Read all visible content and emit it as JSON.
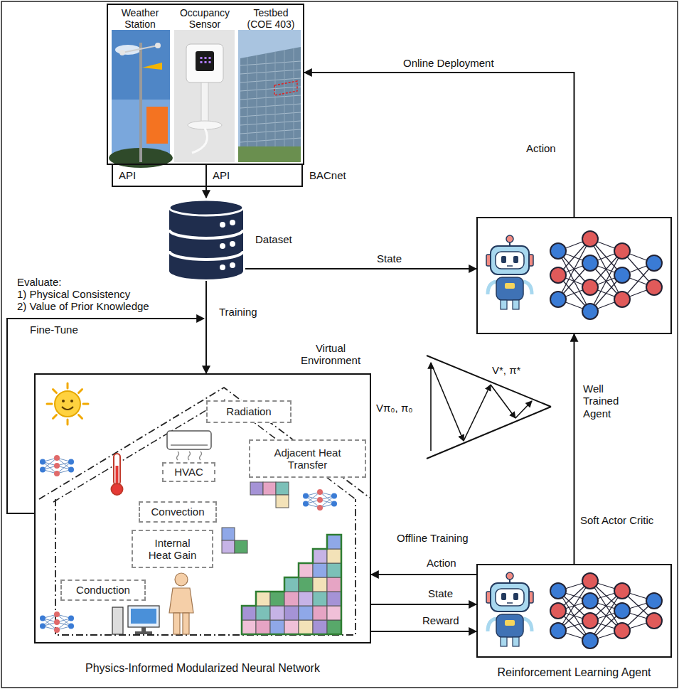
{
  "diagram": {
    "nodes": [
      {
        "text": [
          "Weather Station",
          "Occupancy Sensor",
          "Testbed (COE 403)"
        ]
      },
      {
        "text": [
          "Dataset"
        ]
      },
      {
        "text": [
          "Virtual Environment",
          "Physics-Informed Modularized Neural Network"
        ]
      },
      {
        "text": [
          "Radiation"
        ],
        "in": 2
      },
      {
        "text": [
          "HVAC"
        ],
        "in": 2
      },
      {
        "text": [
          "Adjacent Heat Transfer"
        ],
        "in": 2
      },
      {
        "text": [
          "Convection"
        ],
        "in": 2
      },
      {
        "text": [
          "Internal Heat Gain"
        ],
        "in": 2
      },
      {
        "text": [
          "Conduction"
        ],
        "in": 2
      },
      {
        "text": []
      },
      {
        "text": [
          "Soft Actor Critic",
          "Reinforcement Learning Agent"
        ]
      }
    ],
    "edges": [
      {
        "from": 0,
        "to": 1,
        "arrow": "to"
      },
      {
        "from": 1,
        "to": 9,
        "label": "State",
        "arrow": "to"
      },
      {
        "from": 9,
        "to": 0,
        "label": "Action",
        "arrow": "to"
      },
      {
        "from": 1,
        "to": 2,
        "label": "Training",
        "arrow": "to"
      },
      {
        "from": 10,
        "to": 2,
        "label": "Action",
        "arrow": "to"
      },
      {
        "from": 2,
        "to": 10,
        "label": "State",
        "arrow": "to"
      },
      {
        "from": 2,
        "to": 10,
        "label": "Reward",
        "arrow": "to"
      },
      {
        "from": 10,
        "to": 9,
        "arrow": "to"
      }
    ],
    "labels": [
      "API",
      "API",
      "BACnet",
      "Online Deployment",
      "Evaluate:",
      "1) Physical Consistency",
      "2) Value of Prior Knowledge",
      "Fine-Tune",
      "Offline Training",
      "Vπ₀, π₀",
      "V*, π*",
      "Well Trained Agent"
    ]
  }
}
